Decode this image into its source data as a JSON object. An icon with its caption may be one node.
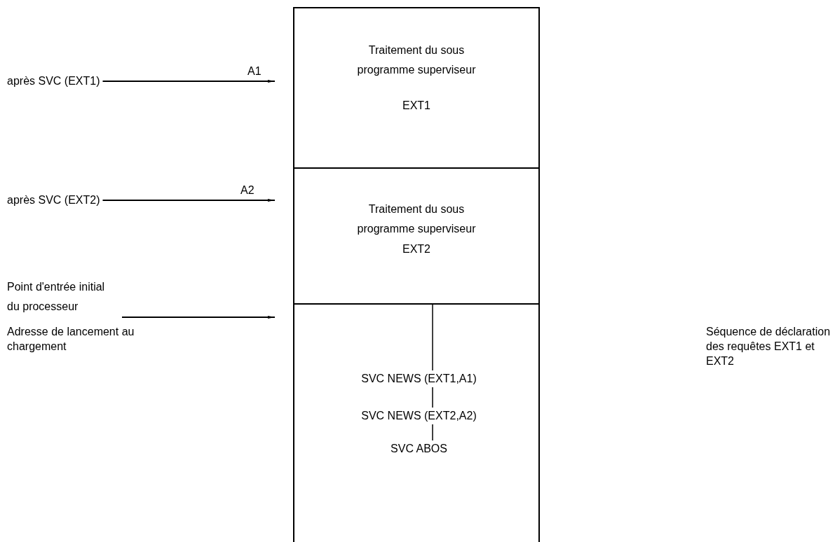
{
  "diagram": {
    "nodes": [
      {
        "text": [
          "après SVC (EXT1)"
        ]
      },
      {
        "text": [
          "Traitement du sous programme superviseur",
          "EXT1"
        ]
      },
      {
        "text": [
          "après SVC (EXT2)"
        ]
      },
      {
        "text": [
          "Traitement du sous programme superviseur",
          "EXT2"
        ]
      },
      {
        "text": [
          "Point d'entrée initial du processeur"
        ]
      },
      {
        "text": [],
        "shape": "box"
      },
      {
        "text": [
          "SVC NEWS (EXT1,A1)"
        ],
        "in": 5
      },
      {
        "text": [
          "SVC NEWS (EXT2,A2)"
        ],
        "in": 5
      },
      {
        "text": [
          "SVC ABOS"
        ],
        "in": 5
      }
    ],
    "edges": [
      {
        "from": 0,
        "to": 1,
        "arrow": "to",
        "label": "A1"
      },
      {
        "from": 2,
        "to": 3,
        "arrow": "to",
        "label": "A2"
      },
      {
        "from": 4,
        "to": 5,
        "arrow": "to"
      },
      {
        "from": 5,
        "to": 6,
        "arrow": "none"
      },
      {
        "from": 6,
        "to": 7,
        "arrow": "none"
      },
      {
        "from": 7,
        "to": 8,
        "arrow": "none"
      }
    ],
    "labels": [
      "Adresse de lancement au chargement",
      "Séquence de déclaration des requêtes EXT1 et EXT2"
    ]
  }
}
